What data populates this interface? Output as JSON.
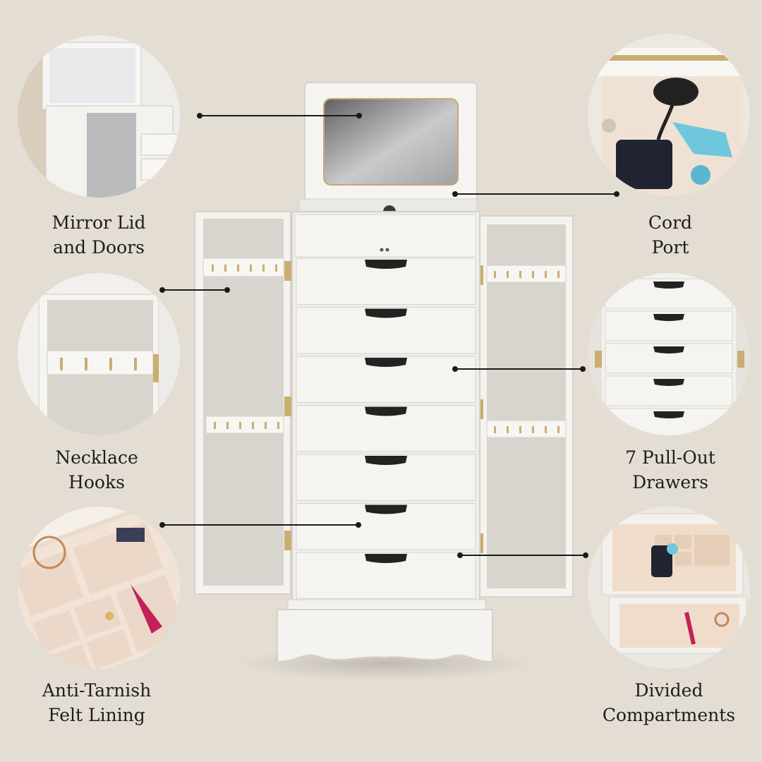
{
  "features": [
    {
      "id": "mirror-lid",
      "lines": [
        "Mirror Lid",
        "and Doors"
      ]
    },
    {
      "id": "cord-port",
      "lines": [
        "Cord",
        "Port"
      ]
    },
    {
      "id": "necklace-hooks",
      "lines": [
        "Necklace",
        "Hooks"
      ]
    },
    {
      "id": "pull-out-drawers",
      "lines": [
        "7 Pull-Out",
        "Drawers"
      ]
    },
    {
      "id": "felt-lining",
      "lines": [
        "Anti-Tarnish",
        "Felt Lining"
      ]
    },
    {
      "id": "divided-compartments",
      "lines": [
        "Divided",
        "Compartments"
      ]
    }
  ],
  "colors": {
    "background": "#e3ddd4",
    "cabinet": "#f4f3f0",
    "felt": "#d8d5cf",
    "hinge": "#c9ae72",
    "text": "#1e1e1e"
  },
  "icons": [
    "mirror-icon",
    "cord-port-icon",
    "hook-icon",
    "drawer-pull-icon",
    "compartment-icon"
  ]
}
